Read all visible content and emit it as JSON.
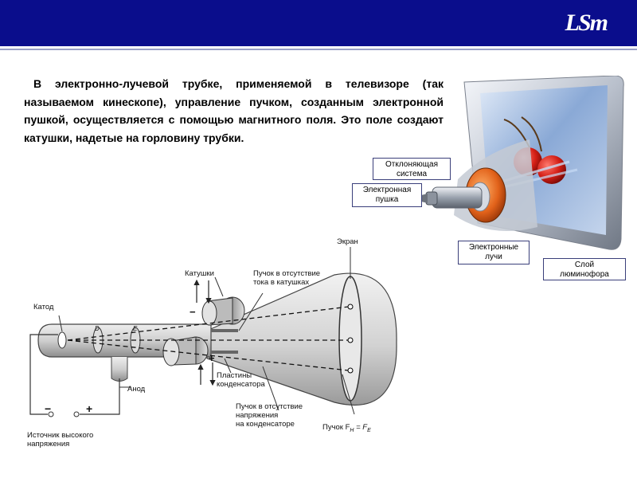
{
  "header": {
    "logo_text": "LSm",
    "bg_color": "#0a0d8c"
  },
  "body": {
    "paragraph": "В электронно-лучевой трубке, применяемой в телевизоре (так называемом кинескопе), управление пучком, созданным электронной пушкой, осуществляется с помощью магнитного поля. Это поле создают катушки, надетые на горловину трубки."
  },
  "tv_labels": {
    "deflection": [
      "Отклоняющая",
      "система"
    ],
    "gun": [
      "Электронная",
      "пушка"
    ],
    "beams": [
      "Электронные",
      "лучи"
    ],
    "phosphor": [
      "Слой",
      "люминофора"
    ]
  },
  "diagram_labels": {
    "screen": "Экран",
    "coils": "Катушки",
    "beam_no_current": [
      "Пучок в отсутствие",
      "тока в катушках"
    ],
    "cathode": "Катод",
    "anode": "Анод",
    "plates": [
      "Пластины",
      "конденсатора"
    ],
    "beam_no_voltage": [
      "Пучок в отсутствие",
      "напряжения",
      "на конденсаторе"
    ],
    "beam_balanced": "Пучок F",
    "beam_balanced_sub1": "H",
    "beam_balanced_eq": " = F",
    "beam_balanced_sub2": "E",
    "source": [
      "Источник высокого",
      "напряжения"
    ],
    "minus": "−",
    "plus": "+",
    "electrode_d": "D",
    "electrode_e": "E"
  }
}
